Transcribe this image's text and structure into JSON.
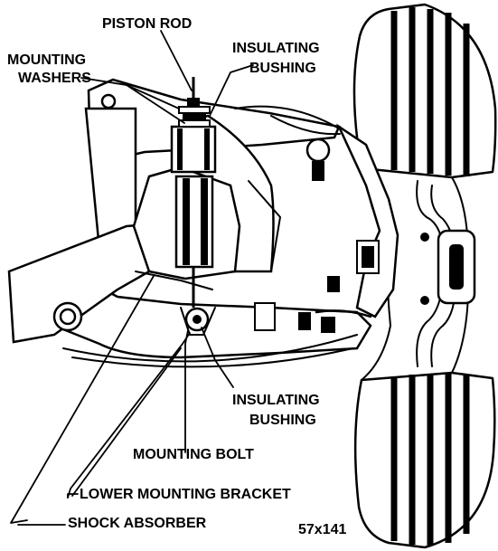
{
  "figure": {
    "labels": {
      "piston_rod": "PISTON ROD",
      "mounting_washers_1": "MOUNTING",
      "mounting_washers_2": "WASHERS",
      "insulating_bushing_top_1": "INSULATING",
      "insulating_bushing_top_2": "BUSHING",
      "insulating_bushing_bottom_1": "INSULATING",
      "insulating_bushing_bottom_2": "BUSHING",
      "mounting_bolt": "MOUNTING BOLT",
      "lower_mounting_bracket": "LOWER MOUNTING BRACKET",
      "shock_absorber": "SHOCK ABSORBER"
    },
    "figure_number": "57x141"
  }
}
